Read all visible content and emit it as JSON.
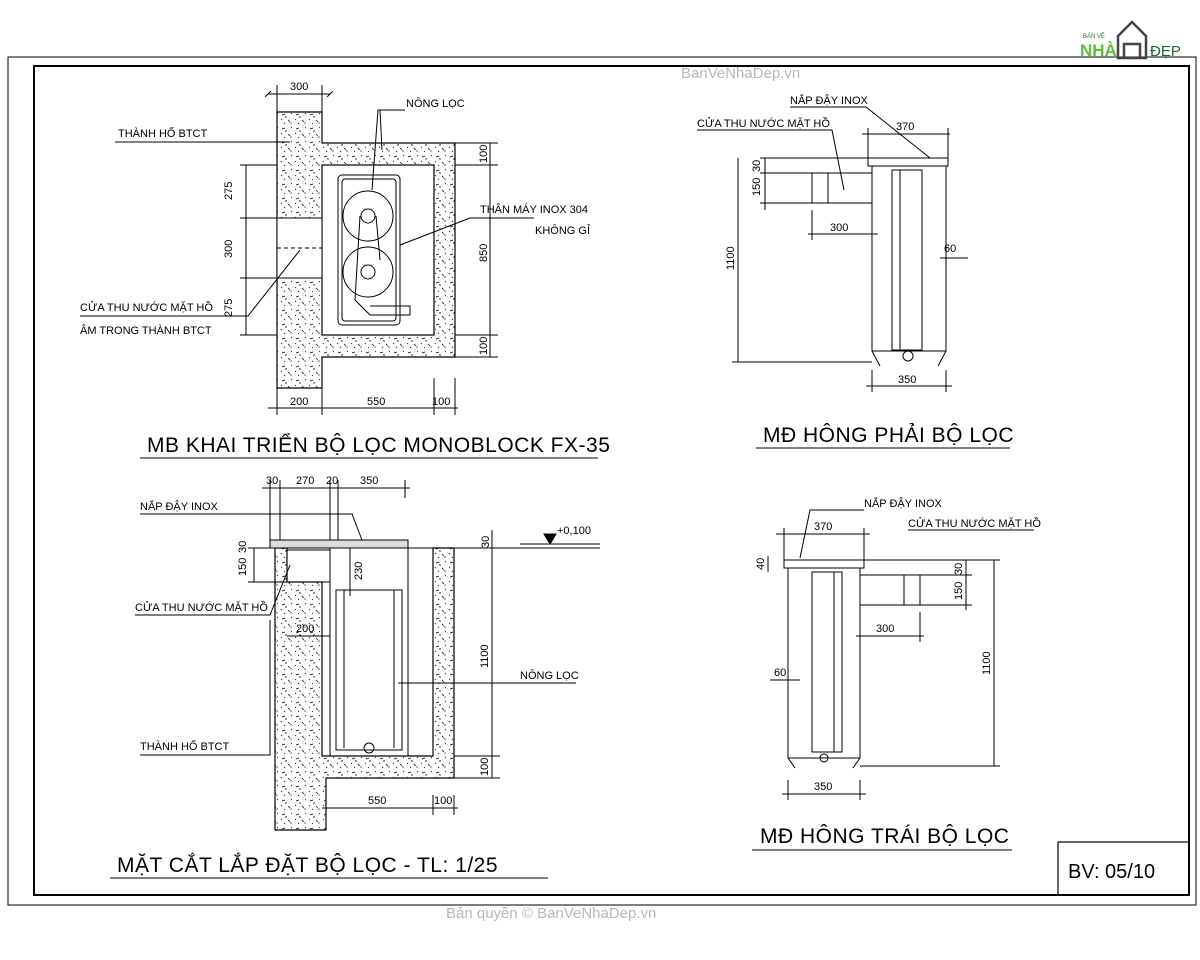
{
  "logo": {
    "top": "BẢN VẼ",
    "left": "NHÀ",
    "right": "ĐẸP"
  },
  "watermark_top": "BanVeNhaDep.vn",
  "watermark_bottom": "Bản quyền © BanVeNhaDep.vn",
  "sheet_number": "BV: 05/10",
  "plan": {
    "title": "MB KHAI TRIỂN BỘ LỌC MONOBLOCK FX-35",
    "labels": {
      "wall": "THÀNH HỐ BTCT",
      "basket": "NÔNG LỌC",
      "body1": "THÂN MÁY INOX 304",
      "body2": "KHÔNG GỈ",
      "skimmer1": "CỬA THU NƯỚC MẶT HỒ",
      "skimmer2": "ÂM TRONG THÀNH BTCT"
    },
    "dims": {
      "top": "300",
      "left_a": "275",
      "left_b": "300",
      "left_c": "275",
      "right_a": "100",
      "right_b": "850",
      "right_c": "100",
      "bot_a": "200",
      "bot_b": "550",
      "bot_c": "100"
    }
  },
  "right_side": {
    "title": "MĐ HÔNG PHẢI BỘ LỌC",
    "labels": {
      "lid": "NẮP ĐẬY INOX",
      "skimmer": "CỬA THU NƯỚC MẶT HỒ"
    },
    "dims": {
      "top": "370",
      "h_a": "150",
      "h_b": "30",
      "pipe": "300",
      "side": "60",
      "height": "1100",
      "bottom": "350"
    }
  },
  "section": {
    "title": "MẶT CẮT LẮP ĐẶT BỘ LỌC - TL: 1/25",
    "labels": {
      "lid": "NẮP ĐẬY INOX",
      "skimmer": "CỬA THU NƯỚC MẶT HỒ",
      "wall": "THÀNH HỐ BTCT",
      "basket": "NÔNG LỌC",
      "level": "+0,100"
    },
    "dims": {
      "t1": "30",
      "t2": "270",
      "t3": "20",
      "t4": "350",
      "h_a": "150",
      "h_b": "30",
      "inner": "230",
      "wall": "200",
      "right_top": "30",
      "height": "1100",
      "base": "100",
      "bot_a": "550",
      "bot_b": "100"
    }
  },
  "left_side": {
    "title": "MĐ HÔNG TRÁI BỘ LỌC",
    "labels": {
      "lid": "NẮP ĐẬY INOX",
      "skimmer": "CỬA THU NƯỚC MẶT HỒ"
    },
    "dims": {
      "top": "370",
      "lid_h": "40",
      "h_a": "150",
      "h_b": "30",
      "pipe": "300",
      "side": "60",
      "height": "1100",
      "bottom": "350"
    }
  }
}
